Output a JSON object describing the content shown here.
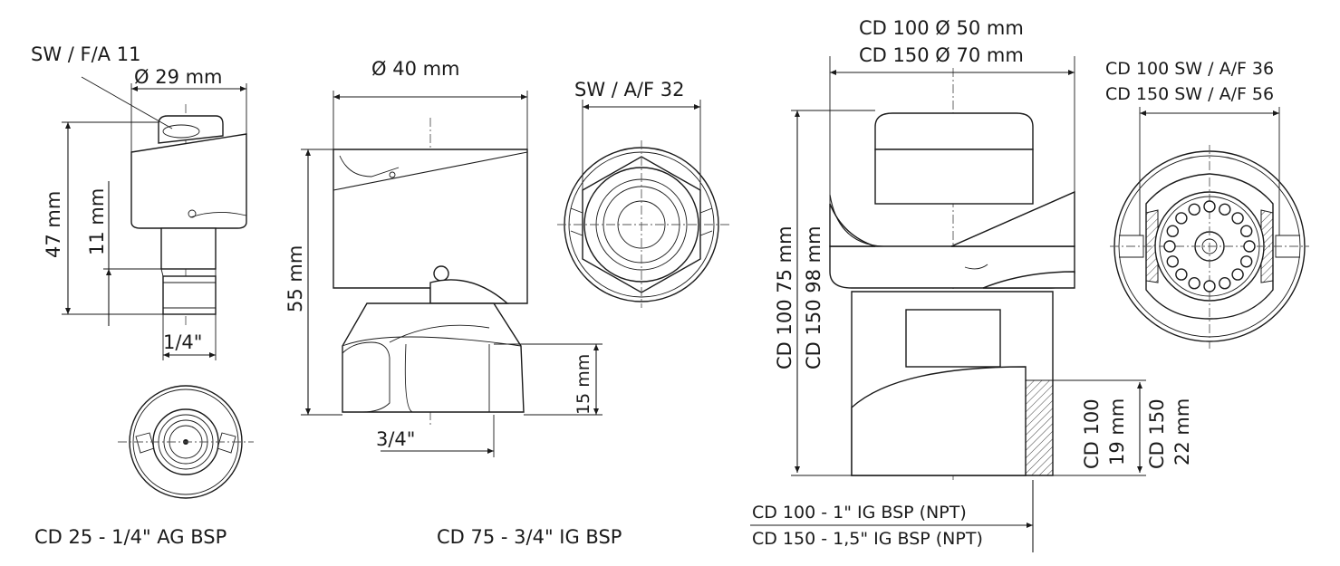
{
  "cd25": {
    "wrench": "SW / F/A 11",
    "diameter": "Ø 29 mm",
    "height": "47 mm",
    "thread_len": "11 mm",
    "thread": "1/4\"",
    "caption": "CD 25 - 1/4\" AG BSP"
  },
  "cd75": {
    "diameter": "Ø 40 mm",
    "wrench": "SW / A/F 32",
    "height": "55 mm",
    "thread_len": "15 mm",
    "thread": "3/4\"",
    "caption": "CD 75 - 3/4\" IG BSP"
  },
  "cd100": {
    "diam_100": "CD 100 Ø 50 mm",
    "diam_150": "CD 150 Ø 70 mm",
    "wrench_100": "CD 100 SW / A/F 36",
    "wrench_150": "CD 150 SW / A/F 56",
    "height_100": "CD 100 75 mm",
    "height_150": "CD 150 98 mm",
    "thread_100_a": "CD 100",
    "thread_100_b": "19 mm",
    "thread_150_a": "CD 150",
    "thread_150_b": "22 mm",
    "caption_100": "CD 100 - 1\" IG BSP (NPT)",
    "caption_150": "CD 150 - 1,5\" IG BSP (NPT)"
  }
}
